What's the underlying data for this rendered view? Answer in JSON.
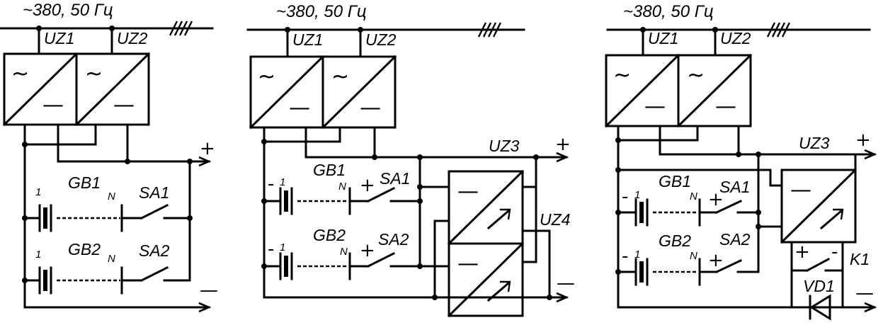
{
  "diagrams": [
    {
      "supply": "~380, 50 Гц",
      "uz1": "UZ1",
      "uz2": "UZ2",
      "ac": "~",
      "dc": "—",
      "plus": "+",
      "minus": "—",
      "gb1": "GB1",
      "gb2": "GB2",
      "cell_first": "1",
      "cell_last": "N",
      "sa1": "SA1",
      "sa2": "SA2"
    },
    {
      "supply": "~380, 50 Гц",
      "uz1": "UZ1",
      "uz2": "UZ2",
      "uz3": "UZ3",
      "uz4": "UZ4",
      "ac": "~",
      "dc": "—",
      "plus": "+",
      "minus": "—",
      "gb1": "GB1",
      "gb2": "GB2",
      "cell_first": "1",
      "cell_last": "N",
      "bat_minus": "-",
      "bat_plus": "+",
      "sa1": "SA1",
      "sa2": "SA2"
    },
    {
      "supply": "~380, 50 Гц",
      "uz1": "UZ1",
      "uz2": "UZ2",
      "uz3": "UZ3",
      "ac": "~",
      "dc": "—",
      "plus": "+",
      "minus": "—",
      "gb1": "GB1",
      "gb2": "GB2",
      "cell_first": "1",
      "cell_last": "N",
      "bat_minus": "-",
      "bat_plus": "+",
      "sa1": "SA1",
      "sa2": "SA2",
      "k1": "K1",
      "vd1": "VD1",
      "coil_plus": "+",
      "coil_minus": "-"
    }
  ]
}
